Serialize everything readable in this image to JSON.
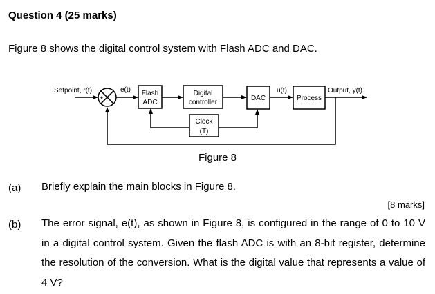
{
  "question": {
    "title": "Question 4 (25 marks)",
    "intro": "Figure 8 shows the digital control system with Flash ADC and DAC."
  },
  "figure": {
    "caption": "Figure 8",
    "signals": {
      "setpoint": "Setpoint, r(t)",
      "error": "e(t)",
      "control": "u(t)",
      "output": "Output, y(t)",
      "plus": "+",
      "minus": "-"
    },
    "blocks": {
      "adc_line1": "Flash",
      "adc_line2": "ADC",
      "controller_line1": "Digital",
      "controller_line2": "controller",
      "dac": "DAC",
      "process": "Process",
      "clock_line1": "Clock",
      "clock_line2": "(T)"
    }
  },
  "parts": [
    {
      "label": "(a)",
      "text": "Briefly explain the main blocks in Figure 8.",
      "marks": "[8 marks]"
    },
    {
      "label": "(b)",
      "text": "The error signal, e(t), as shown in Figure 8, is configured in the range of 0 to 10 V in a digital control system. Given the flash ADC is with an 8-bit register, determine the resolution of the conversion. What is the digital value that represents a value of 4 V?"
    }
  ]
}
